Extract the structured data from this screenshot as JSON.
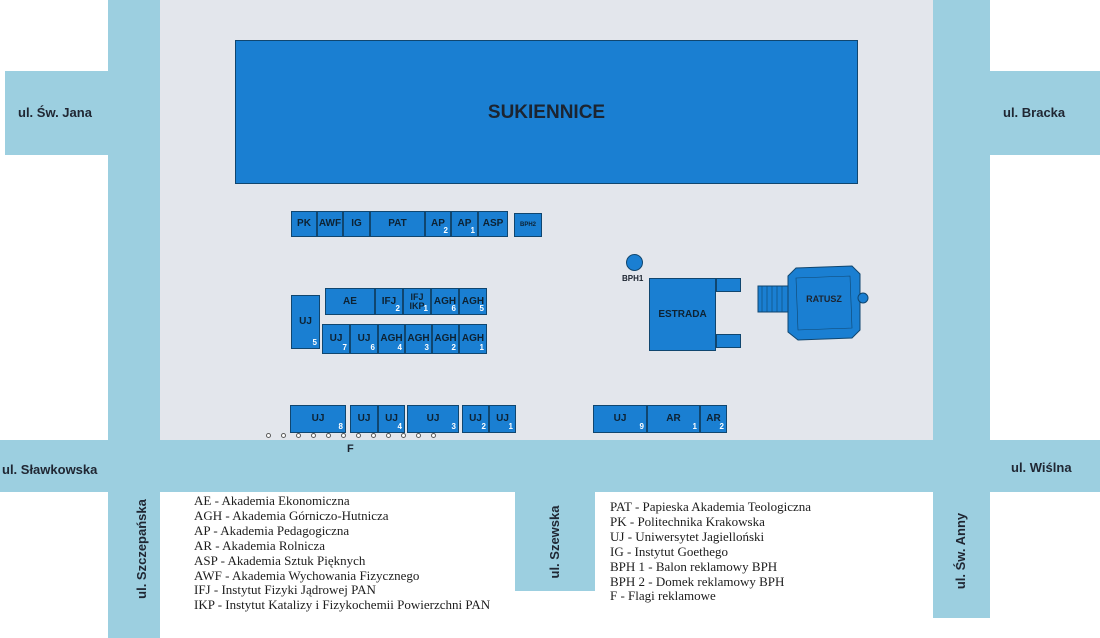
{
  "streets": {
    "sw_jana": "ul. Św. Jana",
    "bracka": "ul. Bracka",
    "slawkowska": "ul. Sławkowska",
    "wislna": "ul. Wiślna",
    "szczepanska": "ul. Szczepańska",
    "szewska": "ul. Szewska",
    "sw_anny": "ul. Św. Anny"
  },
  "buildings": {
    "sukiennice": "SUKIENNICE",
    "estrada": "ESTRADA",
    "ratusz": "RATUSZ",
    "bph1": "BPH1",
    "bph2": "BPH2",
    "flags": "F"
  },
  "row1": [
    {
      "label": "PK",
      "num": ""
    },
    {
      "label": "AWF",
      "num": ""
    },
    {
      "label": "IG",
      "num": ""
    },
    {
      "label": "PAT",
      "num": ""
    },
    {
      "label": "AP",
      "num": "2"
    },
    {
      "label": "AP",
      "num": "1"
    },
    {
      "label": "ASP",
      "num": ""
    }
  ],
  "row2": [
    {
      "label": "AE",
      "num": ""
    },
    {
      "label": "IFJ",
      "num": "2"
    },
    {
      "label": "IFJ IKP",
      "num": "1"
    },
    {
      "label": "AGH",
      "num": "6"
    },
    {
      "label": "AGH",
      "num": "5"
    }
  ],
  "row3": [
    {
      "label": "UJ",
      "num": "7"
    },
    {
      "label": "UJ",
      "num": "6"
    },
    {
      "label": "AGH",
      "num": "4"
    },
    {
      "label": "AGH",
      "num": "3"
    },
    {
      "label": "AGH",
      "num": "2"
    },
    {
      "label": "AGH",
      "num": "1"
    }
  ],
  "uj5": {
    "label": "UJ",
    "num": "5"
  },
  "row4": [
    {
      "label": "UJ",
      "num": "8"
    },
    {
      "label": "UJ",
      "num": ""
    },
    {
      "label": "UJ",
      "num": "4"
    },
    {
      "label": "UJ",
      "num": "3"
    },
    {
      "label": "UJ",
      "num": "2"
    },
    {
      "label": "UJ",
      "num": "1"
    }
  ],
  "row5": [
    {
      "label": "UJ",
      "num": "9"
    },
    {
      "label": "AR",
      "num": "1"
    },
    {
      "label": "AR",
      "num": "2"
    }
  ],
  "legend_left": [
    "AE - Akademia Ekonomiczna",
    "AGH - Akademia Górniczo-Hutnicza",
    "AP - Akademia Pedagogiczna",
    "AR - Akademia Rolnicza",
    "ASP - Akademia Sztuk Pięknych",
    "AWF - Akademia Wychowania Fizycznego",
    "IFJ - Instytut Fizyki Jądrowej PAN",
    "IKP - Instytut Katalizy i Fizykochemii Powierzchni PAN"
  ],
  "legend_right": [
    "PAT - Papieska Akademia Teologiczna",
    "PK - Politechnika Krakowska",
    "UJ - Uniwersytet Jagielloński",
    "IG - Instytut Goethego",
    "BPH 1 - Balon reklamowy BPH",
    "BPH 2 - Domek reklamowy BPH",
    "F - Flagi reklamowe"
  ],
  "colors": {
    "street": "#9ccfe0",
    "square": "#e3e6ec",
    "stall": "#1a7fd2"
  }
}
